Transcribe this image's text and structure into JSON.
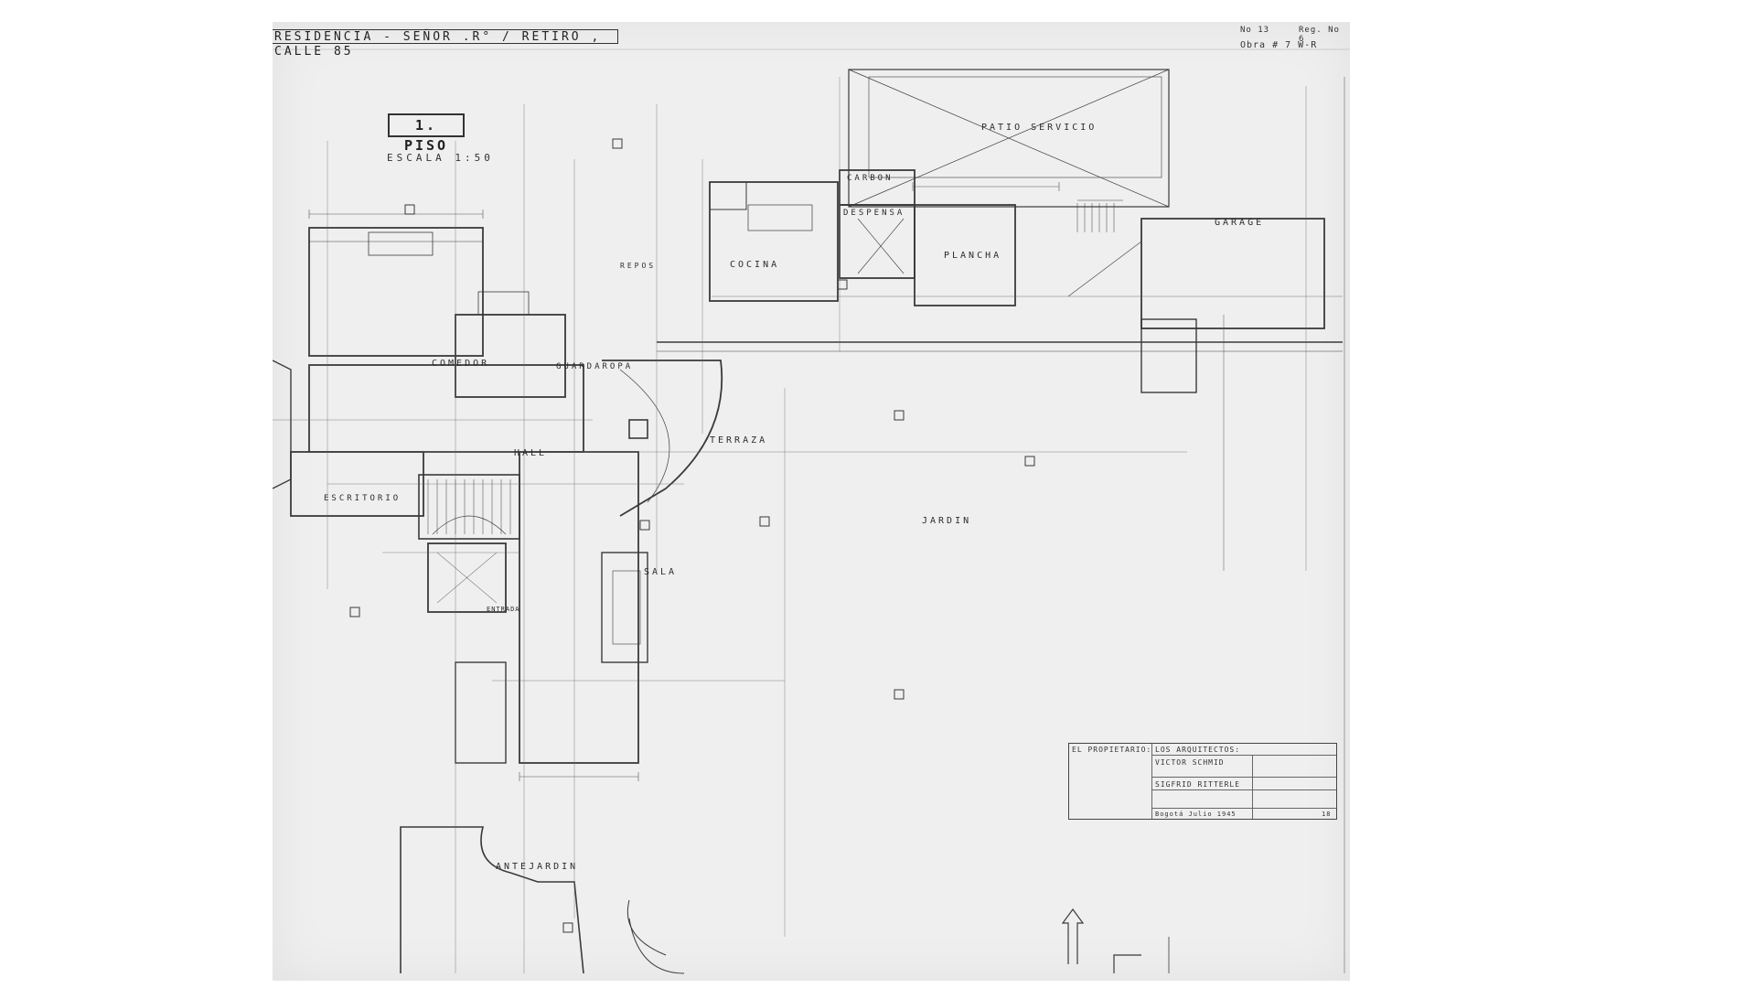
{
  "header": {
    "title": "RESIDENCIA - SEÑOR .R° / RETIRO , CALLE 85",
    "sheet_no": "No 13",
    "reg_no": "Reg. No 6",
    "obra": "Obra # 7   W-R"
  },
  "drawing": {
    "floor": "1. PISO",
    "scale": "ESCALA 1:50"
  },
  "rooms": {
    "patio_servicio": "PATIO SERVICIO",
    "carbon": "CARBON",
    "despensa": "DESPENSA",
    "plancha": "PLANCHA",
    "garage": "GARAGE",
    "cocina": "COCINA",
    "repos": "REPOS",
    "comedor": "COMEDOR",
    "guardarropa": "GUARDAROPA",
    "hall": "HALL",
    "terraza": "TERRAZA",
    "escritorio": "ESCRITORIO",
    "jardin": "JARDIN",
    "sala": "SALA",
    "entrada": "ENTRADA",
    "antejardin": "ANTEJARDIN"
  },
  "title_block": {
    "owner_label": "EL PROPIETARIO:",
    "architects_label": "LOS ARQUITECTOS:",
    "architect_1": "VICTOR SCHMID",
    "architect_2": "SIGFRID RITTERLE",
    "date": "Bogotá Julio 1945",
    "sheet": "18"
  }
}
